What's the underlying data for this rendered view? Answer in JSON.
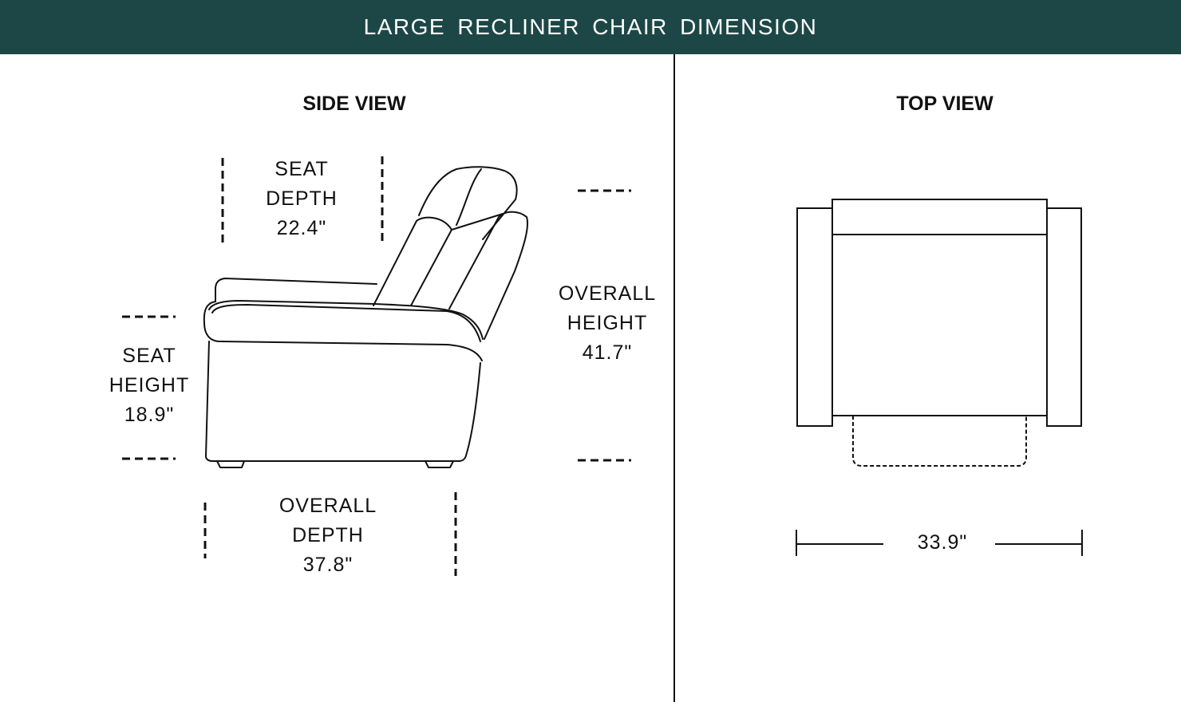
{
  "title": "LARGE  RECLINER CHAIR  DIMENSION",
  "side_view": {
    "heading": "SIDE VIEW",
    "seat_depth": {
      "label_1": "SEAT",
      "label_2": "DEPTH",
      "value": "22.4\""
    },
    "seat_height": {
      "label_1": "SEAT",
      "label_2": "HEIGHT",
      "value": "18.9\""
    },
    "overall_height": {
      "label_1": "OVERALL",
      "label_2": "HEIGHT",
      "value": "41.7\""
    },
    "overall_depth": {
      "label_1": "OVERALL",
      "label_2": "DEPTH",
      "value": "37.8\""
    }
  },
  "top_view": {
    "heading": "TOP VIEW",
    "width": {
      "value": "33.9\""
    }
  },
  "colors": {
    "header_bg": "#1d4747",
    "header_text": "#ffffff",
    "line": "#111111"
  }
}
